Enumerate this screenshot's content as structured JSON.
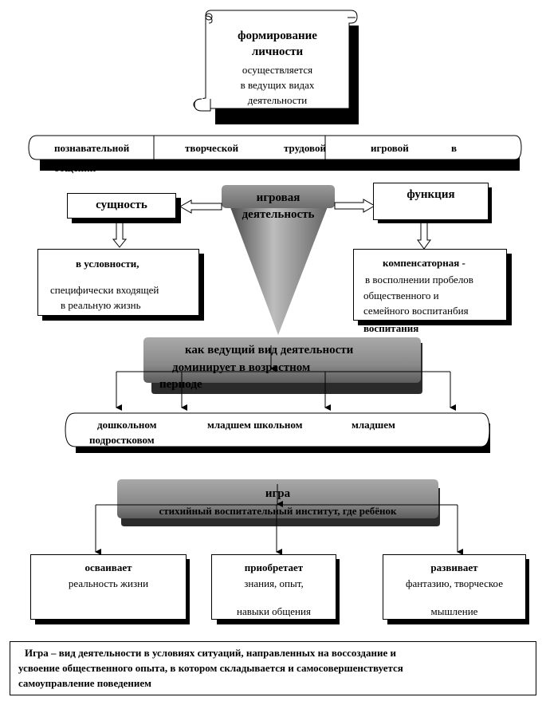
{
  "scroll": {
    "title_line1": "формирование",
    "title_line2": "личности",
    "text_line1": "осуществляется",
    "text_line2": "в ведущих видах",
    "text_line3": "деятельности"
  },
  "activities": {
    "items": [
      "познавательной",
      "творческой",
      "трудовой",
      "игровой",
      "в"
    ],
    "overflow": "общении"
  },
  "central": {
    "label_line1": "игровая",
    "label_line2": "деятельность"
  },
  "essence": {
    "title": "сущность",
    "line1": "в условности,",
    "line2": "специфически входящей",
    "line3": "в реальную жизнь"
  },
  "function": {
    "title": "функция",
    "line1": "компенсаторная -",
    "line2": "в восполнении пробелов",
    "line3": "общественного и",
    "line4": "семейного воспитанбия",
    "overflow": "воспитания"
  },
  "leading": {
    "line1": "как ведущий вид деятельности",
    "line2": "доминирует в возрастном",
    "line3": "периоде"
  },
  "ages": {
    "items": [
      "дошкольном",
      "младшем школьном",
      "младшем"
    ],
    "line2": "подростковом"
  },
  "game": {
    "title": "игра",
    "subtitle": "стихийный воспитательный институт, где ребёнок"
  },
  "child": [
    {
      "title": "осваивает",
      "line1": "реальность жизни",
      "line2": ""
    },
    {
      "title": "приобретает",
      "line1": "знания, опыт,",
      "line2": "навыки общения"
    },
    {
      "title": "развивает",
      "line1": "фантазию, творческое",
      "line2": "мышление"
    }
  ],
  "definition": {
    "line1": "Игра – вид деятельности в условиях ситуаций, направленных на воссоздание и",
    "line2": "усвоение общественного опыта, в котором складывается и самосовершенствуется",
    "line3": "самоуправление поведением"
  }
}
